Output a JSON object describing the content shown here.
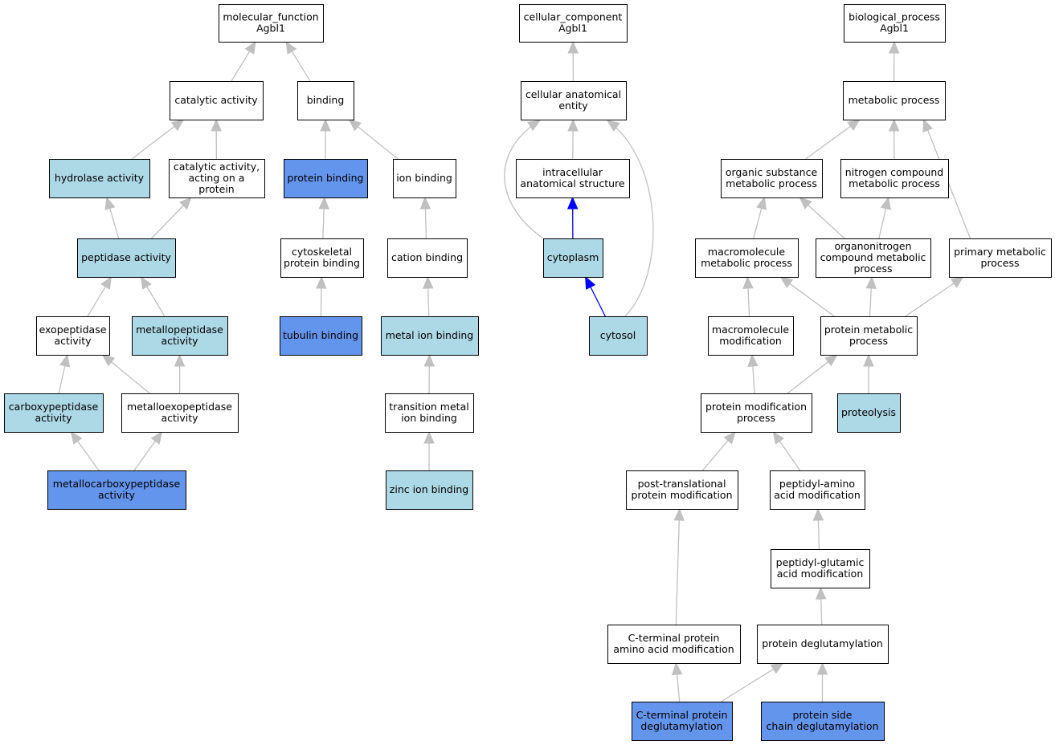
{
  "colors": {
    "plain": "#ffffff",
    "light": "#add8e6",
    "highlight": "#6495ed",
    "edge": "#c0c0c0",
    "path_edge": "#0000ff"
  },
  "nodes": [
    {
      "id": "mf_root",
      "lines": [
        "molecular_function",
        "Agbl1"
      ],
      "fill": "plain"
    },
    {
      "id": "catalytic_activity",
      "lines": [
        "catalytic activity"
      ],
      "fill": "plain"
    },
    {
      "id": "binding",
      "lines": [
        "binding"
      ],
      "fill": "plain"
    },
    {
      "id": "hydrolase_activity",
      "lines": [
        "hydrolase activity"
      ],
      "fill": "light"
    },
    {
      "id": "catalytic_protein",
      "lines": [
        "catalytic activity,",
        "acting on a",
        "protein"
      ],
      "fill": "plain"
    },
    {
      "id": "protein_binding",
      "lines": [
        "protein binding"
      ],
      "fill": "highlight"
    },
    {
      "id": "ion_binding",
      "lines": [
        "ion binding"
      ],
      "fill": "plain"
    },
    {
      "id": "peptidase_activity",
      "lines": [
        "peptidase activity"
      ],
      "fill": "light"
    },
    {
      "id": "cytoskeletal_protein_binding",
      "lines": [
        "cytoskeletal",
        "protein binding"
      ],
      "fill": "plain"
    },
    {
      "id": "cation_binding",
      "lines": [
        "cation binding"
      ],
      "fill": "plain"
    },
    {
      "id": "exopeptidase_activity",
      "lines": [
        "exopeptidase",
        "activity"
      ],
      "fill": "plain"
    },
    {
      "id": "metallopeptidase_activity",
      "lines": [
        "metallopeptidase",
        "activity"
      ],
      "fill": "light"
    },
    {
      "id": "tubulin_binding",
      "lines": [
        "tubulin binding"
      ],
      "fill": "highlight"
    },
    {
      "id": "metal_ion_binding",
      "lines": [
        "metal ion binding"
      ],
      "fill": "light"
    },
    {
      "id": "carboxypeptidase_activity",
      "lines": [
        "carboxypeptidase",
        "activity"
      ],
      "fill": "light"
    },
    {
      "id": "metalloexopeptidase_activity",
      "lines": [
        "metalloexopeptidase",
        "activity"
      ],
      "fill": "plain"
    },
    {
      "id": "transition_metal_ion_binding",
      "lines": [
        "transition metal",
        "ion binding"
      ],
      "fill": "plain"
    },
    {
      "id": "metallocarboxypeptidase_activity",
      "lines": [
        "metallocarboxypeptidase",
        "activity"
      ],
      "fill": "highlight"
    },
    {
      "id": "zinc_ion_binding",
      "lines": [
        "zinc ion binding"
      ],
      "fill": "light"
    },
    {
      "id": "cc_root",
      "lines": [
        "cellular_component",
        "Agbl1"
      ],
      "fill": "plain"
    },
    {
      "id": "cellular_anatomical_entity",
      "lines": [
        "cellular anatomical",
        "entity"
      ],
      "fill": "plain"
    },
    {
      "id": "intracellular_anatomical_structure",
      "lines": [
        "intracellular",
        "anatomical structure"
      ],
      "fill": "plain"
    },
    {
      "id": "cytoplasm",
      "lines": [
        "cytoplasm"
      ],
      "fill": "light"
    },
    {
      "id": "cytosol",
      "lines": [
        "cytosol"
      ],
      "fill": "light"
    },
    {
      "id": "bp_root",
      "lines": [
        "biological_process",
        "Agbl1"
      ],
      "fill": "plain"
    },
    {
      "id": "metabolic_process",
      "lines": [
        "metabolic process"
      ],
      "fill": "plain"
    },
    {
      "id": "organic_substance_metabolic_process",
      "lines": [
        "organic substance",
        "metabolic process"
      ],
      "fill": "plain"
    },
    {
      "id": "nitrogen_compound_metabolic_process",
      "lines": [
        "nitrogen compound",
        "metabolic process"
      ],
      "fill": "plain"
    },
    {
      "id": "macromolecule_metabolic_process",
      "lines": [
        "macromolecule",
        "metabolic process"
      ],
      "fill": "plain"
    },
    {
      "id": "organonitrogen_compound_metabolic_process",
      "lines": [
        "organonitrogen",
        "compound metabolic",
        "process"
      ],
      "fill": "plain"
    },
    {
      "id": "primary_metabolic_process",
      "lines": [
        "primary metabolic",
        "process"
      ],
      "fill": "plain"
    },
    {
      "id": "macromolecule_modification",
      "lines": [
        "macromolecule",
        "modification"
      ],
      "fill": "plain"
    },
    {
      "id": "protein_metabolic_process",
      "lines": [
        "protein metabolic",
        "process"
      ],
      "fill": "plain"
    },
    {
      "id": "protein_modification_process",
      "lines": [
        "protein modification",
        "process"
      ],
      "fill": "plain"
    },
    {
      "id": "proteolysis",
      "lines": [
        "proteolysis"
      ],
      "fill": "light"
    },
    {
      "id": "post_translational_protein_modification",
      "lines": [
        "post-translational",
        "protein modification"
      ],
      "fill": "plain"
    },
    {
      "id": "peptidyl_amino_acid_modification",
      "lines": [
        "peptidyl-amino",
        "acid modification"
      ],
      "fill": "plain"
    },
    {
      "id": "peptidyl_glutamic_acid_modification",
      "lines": [
        "peptidyl-glutamic",
        "acid modification"
      ],
      "fill": "plain"
    },
    {
      "id": "c_terminal_protein_amino_acid_modification",
      "lines": [
        "C-terminal protein",
        "amino acid modification"
      ],
      "fill": "plain"
    },
    {
      "id": "protein_deglutamylation",
      "lines": [
        "protein deglutamylation"
      ],
      "fill": "plain"
    },
    {
      "id": "c_terminal_protein_deglutamylation",
      "lines": [
        "C-terminal protein",
        "deglutamylation"
      ],
      "fill": "highlight"
    },
    {
      "id": "protein_side_chain_deglutamylation",
      "lines": [
        "protein side",
        "chain deglutamylation"
      ],
      "fill": "highlight"
    }
  ],
  "edges": [
    {
      "from": "catalytic_activity",
      "to": "mf_root",
      "color": "edge"
    },
    {
      "from": "binding",
      "to": "mf_root",
      "color": "edge"
    },
    {
      "from": "hydrolase_activity",
      "to": "catalytic_activity",
      "color": "edge"
    },
    {
      "from": "catalytic_protein",
      "to": "catalytic_activity",
      "color": "edge"
    },
    {
      "from": "protein_binding",
      "to": "binding",
      "color": "edge"
    },
    {
      "from": "ion_binding",
      "to": "binding",
      "color": "edge"
    },
    {
      "from": "peptidase_activity",
      "to": "hydrolase_activity",
      "color": "edge"
    },
    {
      "from": "peptidase_activity",
      "to": "catalytic_protein",
      "color": "edge"
    },
    {
      "from": "cytoskeletal_protein_binding",
      "to": "protein_binding",
      "color": "edge"
    },
    {
      "from": "cation_binding",
      "to": "ion_binding",
      "color": "edge"
    },
    {
      "from": "exopeptidase_activity",
      "to": "peptidase_activity",
      "color": "edge"
    },
    {
      "from": "metallopeptidase_activity",
      "to": "peptidase_activity",
      "color": "edge"
    },
    {
      "from": "tubulin_binding",
      "to": "cytoskeletal_protein_binding",
      "color": "edge"
    },
    {
      "from": "metal_ion_binding",
      "to": "cation_binding",
      "color": "edge"
    },
    {
      "from": "carboxypeptidase_activity",
      "to": "exopeptidase_activity",
      "color": "edge"
    },
    {
      "from": "metalloexopeptidase_activity",
      "to": "exopeptidase_activity",
      "color": "edge"
    },
    {
      "from": "metalloexopeptidase_activity",
      "to": "metallopeptidase_activity",
      "color": "edge"
    },
    {
      "from": "transition_metal_ion_binding",
      "to": "metal_ion_binding",
      "color": "edge"
    },
    {
      "from": "metallocarboxypeptidase_activity",
      "to": "carboxypeptidase_activity",
      "color": "edge"
    },
    {
      "from": "metallocarboxypeptidase_activity",
      "to": "metalloexopeptidase_activity",
      "color": "edge"
    },
    {
      "from": "zinc_ion_binding",
      "to": "transition_metal_ion_binding",
      "color": "edge"
    },
    {
      "from": "cellular_anatomical_entity",
      "to": "cc_root",
      "color": "edge"
    },
    {
      "from": "intracellular_anatomical_structure",
      "to": "cellular_anatomical_entity",
      "color": "edge"
    },
    {
      "from": "cytoplasm",
      "to": "cellular_anatomical_entity",
      "color": "edge"
    },
    {
      "from": "cytosol",
      "to": "cellular_anatomical_entity",
      "color": "edge"
    },
    {
      "from": "cytoplasm",
      "to": "intracellular_anatomical_structure",
      "color": "path_edge"
    },
    {
      "from": "cytosol",
      "to": "cytoplasm",
      "color": "path_edge"
    },
    {
      "from": "metabolic_process",
      "to": "bp_root",
      "color": "edge"
    },
    {
      "from": "organic_substance_metabolic_process",
      "to": "metabolic_process",
      "color": "edge"
    },
    {
      "from": "nitrogen_compound_metabolic_process",
      "to": "metabolic_process",
      "color": "edge"
    },
    {
      "from": "primary_metabolic_process",
      "to": "metabolic_process",
      "color": "edge"
    },
    {
      "from": "macromolecule_metabolic_process",
      "to": "organic_substance_metabolic_process",
      "color": "edge"
    },
    {
      "from": "organonitrogen_compound_metabolic_process",
      "to": "organic_substance_metabolic_process",
      "color": "edge"
    },
    {
      "from": "organonitrogen_compound_metabolic_process",
      "to": "nitrogen_compound_metabolic_process",
      "color": "edge"
    },
    {
      "from": "macromolecule_modification",
      "to": "macromolecule_metabolic_process",
      "color": "edge"
    },
    {
      "from": "protein_metabolic_process",
      "to": "macromolecule_metabolic_process",
      "color": "edge"
    },
    {
      "from": "protein_metabolic_process",
      "to": "organonitrogen_compound_metabolic_process",
      "color": "edge"
    },
    {
      "from": "protein_metabolic_process",
      "to": "primary_metabolic_process",
      "color": "edge"
    },
    {
      "from": "protein_modification_process",
      "to": "macromolecule_modification",
      "color": "edge"
    },
    {
      "from": "protein_modification_process",
      "to": "protein_metabolic_process",
      "color": "edge"
    },
    {
      "from": "proteolysis",
      "to": "protein_metabolic_process",
      "color": "edge"
    },
    {
      "from": "post_translational_protein_modification",
      "to": "protein_modification_process",
      "color": "edge"
    },
    {
      "from": "peptidyl_amino_acid_modification",
      "to": "protein_modification_process",
      "color": "edge"
    },
    {
      "from": "peptidyl_glutamic_acid_modification",
      "to": "peptidyl_amino_acid_modification",
      "color": "edge"
    },
    {
      "from": "c_terminal_protein_amino_acid_modification",
      "to": "post_translational_protein_modification",
      "color": "edge"
    },
    {
      "from": "protein_deglutamylation",
      "to": "peptidyl_glutamic_acid_modification",
      "color": "edge"
    },
    {
      "from": "c_terminal_protein_deglutamylation",
      "to": "c_terminal_protein_amino_acid_modification",
      "color": "edge"
    },
    {
      "from": "c_terminal_protein_deglutamylation",
      "to": "protein_deglutamylation",
      "color": "edge"
    },
    {
      "from": "protein_side_chain_deglutamylation",
      "to": "protein_deglutamylation",
      "color": "edge"
    }
  ]
}
